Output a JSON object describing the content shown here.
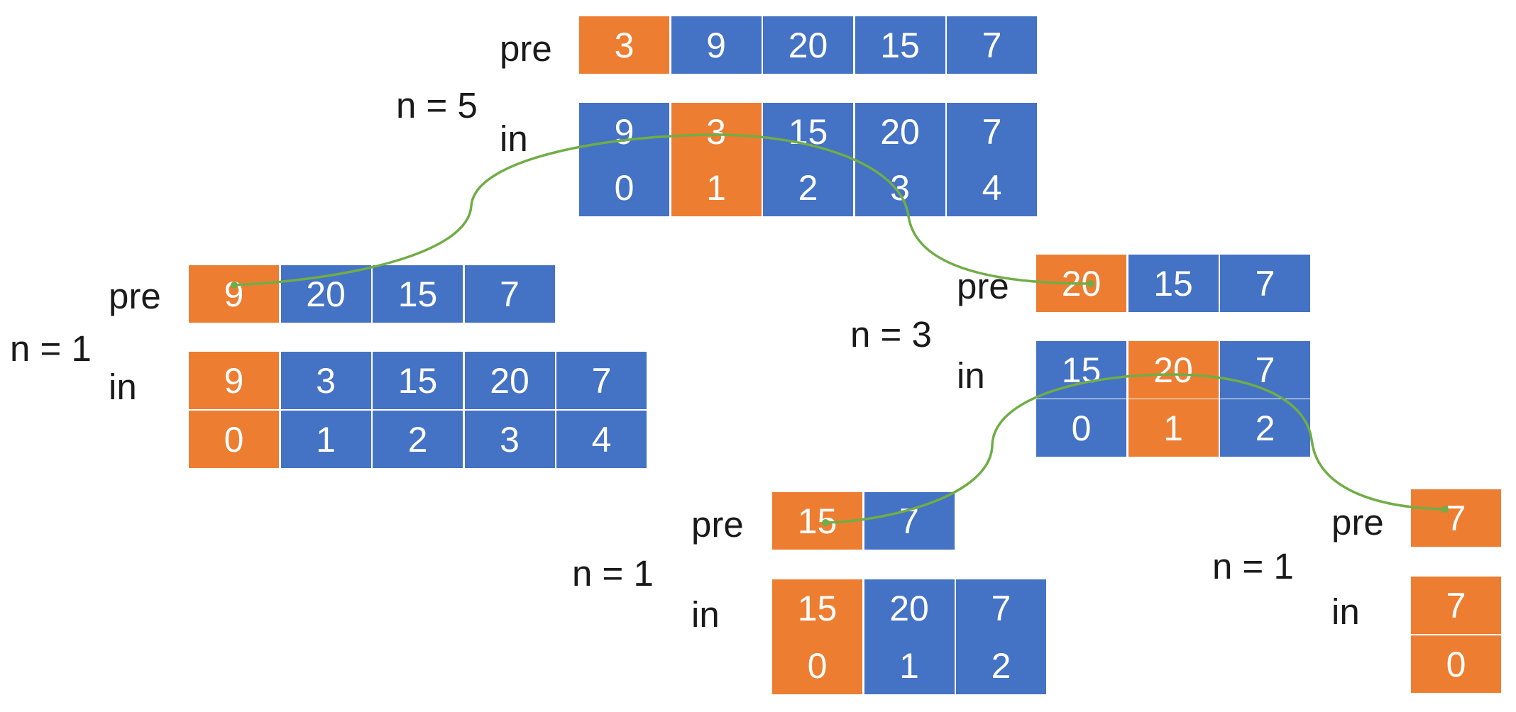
{
  "colors": {
    "cell": "#4472c4",
    "root": "#ed7d31",
    "link": "#70ad47"
  },
  "nodes": [
    {
      "n_label": "n = 5",
      "pre_label": "pre",
      "in_label": "in",
      "pre": [
        "3",
        "9",
        "20",
        "15",
        "7"
      ],
      "pre_highlight": [
        0
      ],
      "in": [
        "9",
        "3",
        "15",
        "20",
        "7"
      ],
      "index": [
        "0",
        "1",
        "2",
        "3",
        "4"
      ],
      "in_highlight": [
        1
      ]
    },
    {
      "n_label": "n = 1",
      "pre_label": "pre",
      "in_label": "in",
      "pre": [
        "9",
        "20",
        "15",
        "7"
      ],
      "pre_highlight": [
        0
      ],
      "in": [
        "9",
        "3",
        "15",
        "20",
        "7"
      ],
      "index": [
        "0",
        "1",
        "2",
        "3",
        "4"
      ],
      "in_highlight": [
        0
      ]
    },
    {
      "n_label": "n = 3",
      "pre_label": "pre",
      "in_label": "in",
      "pre": [
        "20",
        "15",
        "7"
      ],
      "pre_highlight": [
        0
      ],
      "in": [
        "15",
        "20",
        "7"
      ],
      "index": [
        "0",
        "1",
        "2"
      ],
      "in_highlight": [
        1
      ]
    },
    {
      "n_label": "n = 1",
      "pre_label": "pre",
      "in_label": "in",
      "pre": [
        "15",
        "7"
      ],
      "pre_highlight": [
        0
      ],
      "in": [
        "15",
        "20",
        "7"
      ],
      "index": [
        "0",
        "1",
        "2"
      ],
      "in_highlight": [
        0
      ]
    },
    {
      "n_label": "n = 1",
      "pre_label": "pre",
      "in_label": "in",
      "pre": [
        "7"
      ],
      "pre_highlight": [
        0
      ],
      "in": [
        "7"
      ],
      "index": [
        "0"
      ],
      "in_highlight": [
        0
      ]
    }
  ]
}
